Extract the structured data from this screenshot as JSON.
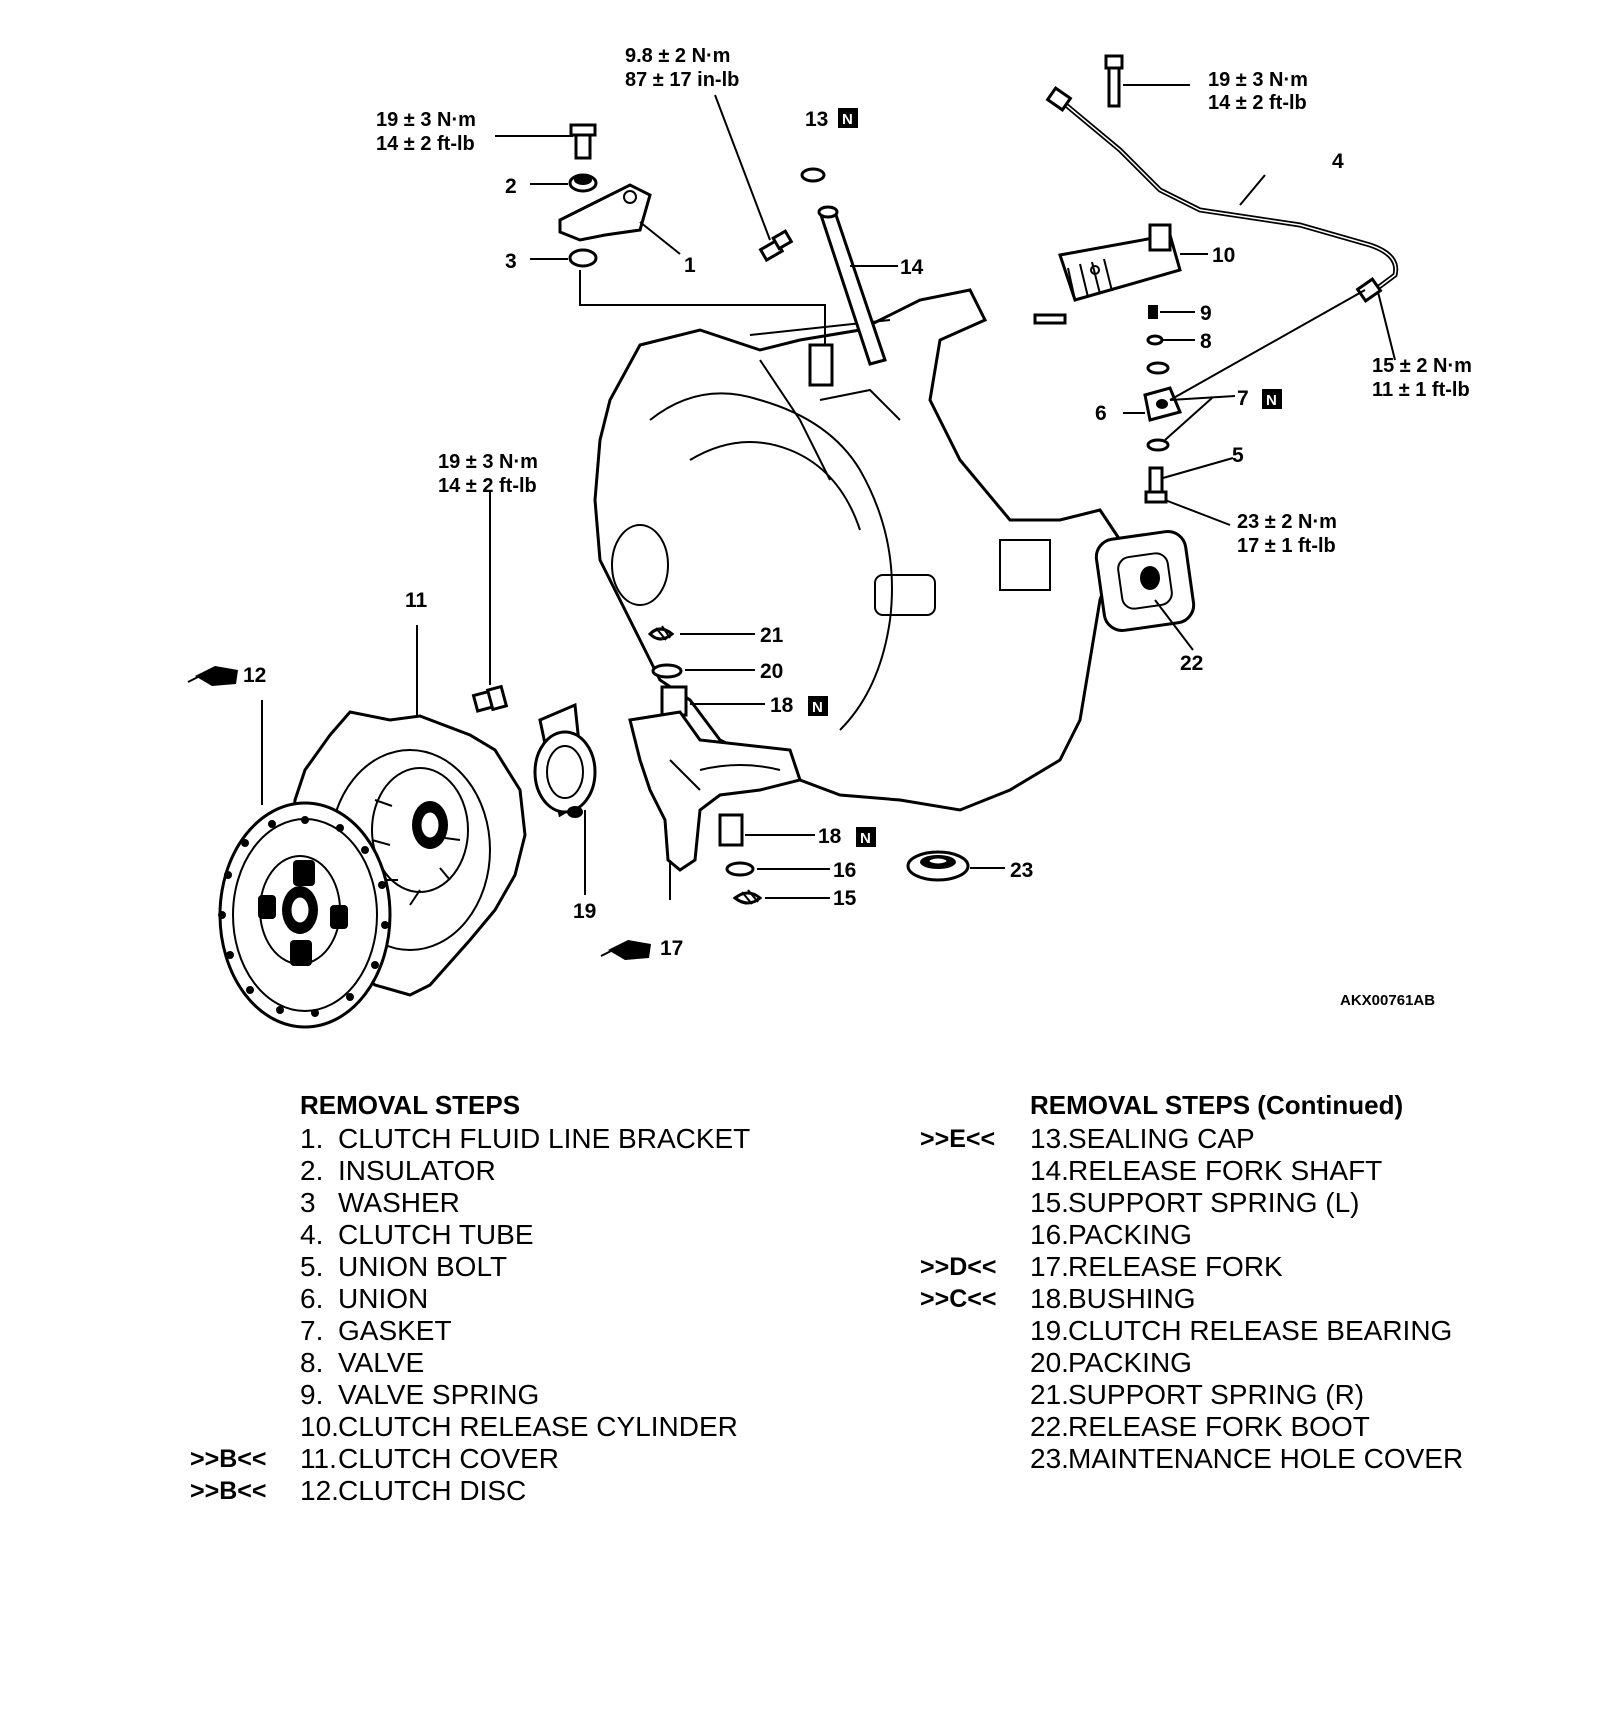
{
  "diagram": {
    "torques": {
      "t_top_center_1": "9.8 ± 2 N·m",
      "t_top_center_2": "87 ± 17 in-lb",
      "t_upper_left_1": "19 ± 3 N·m",
      "t_upper_left_2": "14 ± 2 ft-lb",
      "t_top_right_1": "19 ± 3 N·m",
      "t_top_right_2": "14 ± 2 ft-lb",
      "t_mid_left_1": "19 ± 3 N·m",
      "t_mid_left_2": "14 ± 2 ft-lb",
      "t_right_1": "15 ± 2 N·m",
      "t_right_2": "11 ± 1 ft-lb",
      "t_union_1": "23 ± 2 N·m",
      "t_union_2": "17 ± 1 ft-lb"
    },
    "callouts": {
      "c1": "1",
      "c2": "2",
      "c3": "3",
      "c4": "4",
      "c5": "5",
      "c6": "6",
      "c7": "7",
      "c8": "8",
      "c9": "9",
      "c10": "10",
      "c11": "11",
      "c12": "12",
      "c13": "13",
      "c14": "14",
      "c15": "15",
      "c16": "16",
      "c17": "17",
      "c18a": "18",
      "c18b": "18",
      "c19": "19",
      "c20": "20",
      "c21": "21",
      "c22": "22",
      "c23": "23"
    },
    "new_part_mark": "N",
    "reference_code": "AKX00761AB"
  },
  "removal_steps": {
    "heading": "REMOVAL STEPS",
    "heading_continued": "REMOVAL STEPS (Continued)",
    "left": [
      {
        "marker": "",
        "num": "1.",
        "label": "CLUTCH FLUID LINE BRACKET"
      },
      {
        "marker": "",
        "num": "2.",
        "label": "INSULATOR"
      },
      {
        "marker": "",
        "num": "3",
        "label": "WASHER"
      },
      {
        "marker": "",
        "num": "4.",
        "label": "CLUTCH TUBE"
      },
      {
        "marker": "",
        "num": "5.",
        "label": "UNION BOLT"
      },
      {
        "marker": "",
        "num": "6.",
        "label": "UNION"
      },
      {
        "marker": "",
        "num": "7.",
        "label": "GASKET"
      },
      {
        "marker": "",
        "num": "8.",
        "label": "VALVE"
      },
      {
        "marker": "",
        "num": "9.",
        "label": "VALVE SPRING"
      },
      {
        "marker": "",
        "num": "10.",
        "label": "CLUTCH RELEASE CYLINDER"
      },
      {
        "marker": ">>B<<",
        "num": "11.",
        "label": "CLUTCH COVER"
      },
      {
        "marker": ">>B<<",
        "num": "12.",
        "label": "CLUTCH DISC"
      }
    ],
    "right": [
      {
        "marker": ">>E<<",
        "num": "13.",
        "label": "SEALING CAP"
      },
      {
        "marker": "",
        "num": "14.",
        "label": "RELEASE FORK SHAFT"
      },
      {
        "marker": "",
        "num": "15.",
        "label": "SUPPORT SPRING (L)"
      },
      {
        "marker": "",
        "num": "16.",
        "label": "PACKING"
      },
      {
        "marker": ">>D<<",
        "num": "17.",
        "label": "RELEASE FORK"
      },
      {
        "marker": ">>C<<",
        "num": "18.",
        "label": "BUSHING"
      },
      {
        "marker": "",
        "num": "19.",
        "label": "CLUTCH RELEASE BEARING"
      },
      {
        "marker": "",
        "num": "20.",
        "label": "PACKING"
      },
      {
        "marker": "",
        "num": "21.",
        "label": "SUPPORT SPRING (R)"
      },
      {
        "marker": "",
        "num": "22.",
        "label": "RELEASE FORK BOOT"
      },
      {
        "marker": "",
        "num": "23.",
        "label": "MAINTENANCE HOLE COVER"
      }
    ]
  }
}
